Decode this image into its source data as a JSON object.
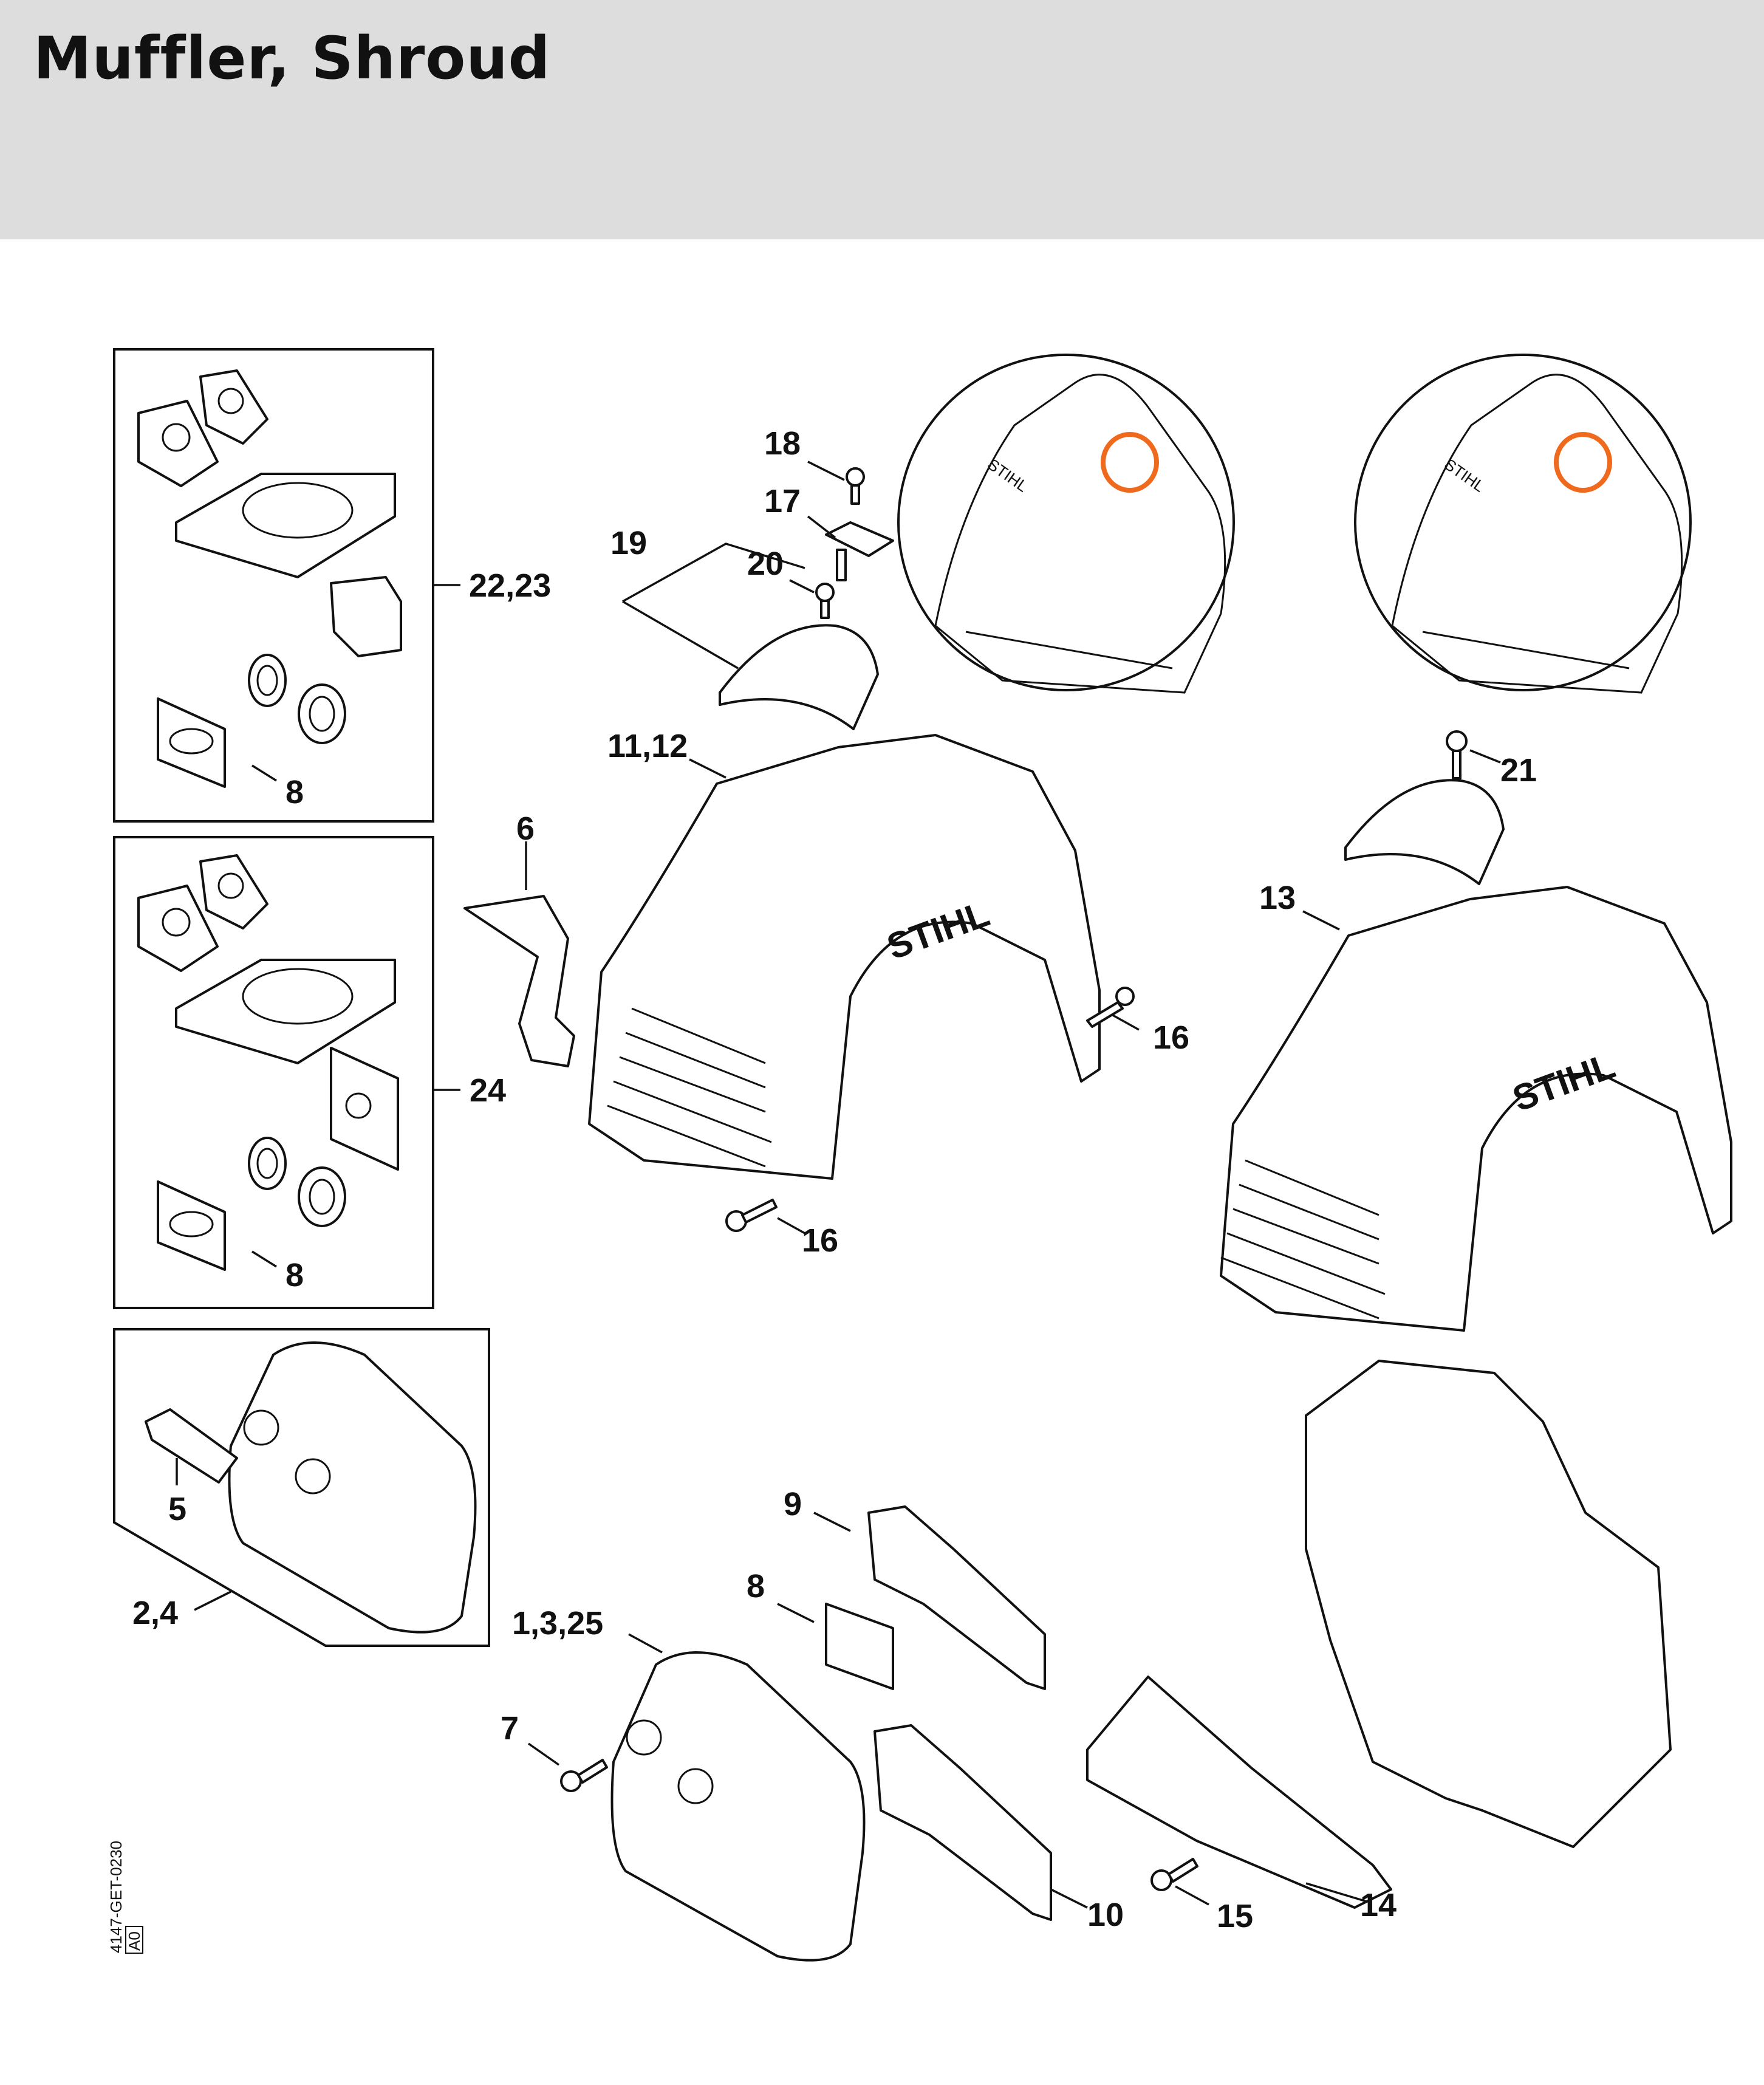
{
  "header": {
    "title": "Muffler, Shroud"
  },
  "diagram": {
    "drawing_code": "4147-GET-0230",
    "revision": "A0",
    "brand_mark": "STIHL",
    "highlight_color": "#f06a1e",
    "callouts": {
      "c18": "18",
      "c17": "17",
      "c19": "19",
      "c20": "20",
      "c22_23": "22,23",
      "c8a": "8",
      "c11_12": "11,12",
      "c6": "6",
      "c21": "21",
      "c13": "13",
      "c16a": "16",
      "c24": "24",
      "c16b": "16",
      "c8b": "8",
      "c5": "5",
      "c9": "9",
      "c8c": "8",
      "c2_4": "2,4",
      "c1_3_25": "1,3,25",
      "c7": "7",
      "c10": "10",
      "c15": "15",
      "c14": "14"
    }
  }
}
